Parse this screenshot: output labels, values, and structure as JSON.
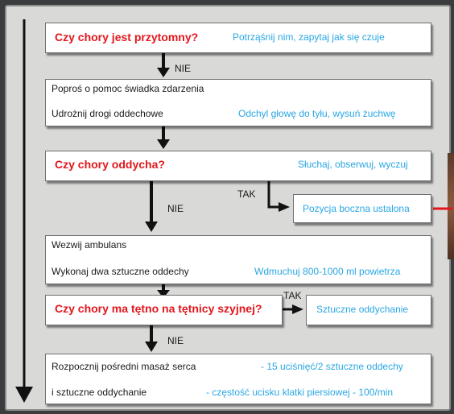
{
  "step1": {
    "question": "Czy chory jest przytomny?",
    "hint": "Potrząśnij nim, zapytaj jak się czuje"
  },
  "arrow1_label": "NIE",
  "step2": {
    "line1": "Poproś o pomoc świadka zdarzenia",
    "line2": "Udrożnij drogi oddechowe",
    "hint": "Odchyl głowę do tyłu, wysuń żuchwę"
  },
  "step3": {
    "question": "Czy chory oddycha?",
    "hint": "Słuchaj, obserwuj, wyczuj"
  },
  "branch_yes": {
    "label": "TAK",
    "action": "Pozycja boczna ustalona"
  },
  "arrow3_label": "NIE",
  "step4": {
    "line1": "Wezwij ambulans",
    "line2": "Wykonaj dwa sztuczne oddechy",
    "hint": "Wdmuchuj 800-1000 ml powietrza"
  },
  "step5": {
    "question": "Czy chory ma tętno na tętnicy szyjnej?",
    "yes_label": "TAK",
    "yes_action": "Sztuczne oddychanie"
  },
  "arrow5_label": "NIE",
  "step6": {
    "line1": "Rozpocznij pośredni masaż serca",
    "hint1": "- 15 uciśnięć/2 sztuczne oddechy",
    "line2": "i sztuczne oddychanie",
    "hint2": "- częstość ucisku klatki piersiowej - 100/min"
  },
  "colors": {
    "question": "#e3161c",
    "hint": "#29a7e3",
    "panel": "#d9d9d8",
    "border": "#3a3c3d"
  }
}
